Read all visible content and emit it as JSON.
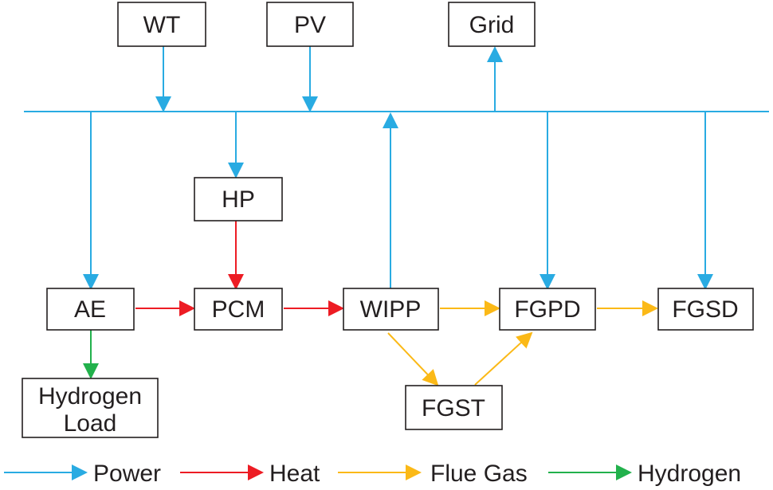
{
  "colors": {
    "power": "#29abe2",
    "heat": "#ed1c24",
    "flue_gas": "#fbb917",
    "hydrogen": "#22b14c",
    "box_border": "#231f20",
    "text": "#231f20"
  },
  "nodes": {
    "wt": "WT",
    "pv": "PV",
    "grid": "Grid",
    "hp": "HP",
    "ae": "AE",
    "pcm": "PCM",
    "wipp": "WIPP",
    "fgpd": "FGPD",
    "fgsd": "FGSD",
    "fgst": "FGST",
    "hydrogen_load_line1": "Hydrogen",
    "hydrogen_load_line2": "Load"
  },
  "legend": {
    "power": "Power",
    "heat": "Heat",
    "flue_gas": "Flue Gas",
    "hydrogen": "Hydrogen"
  }
}
